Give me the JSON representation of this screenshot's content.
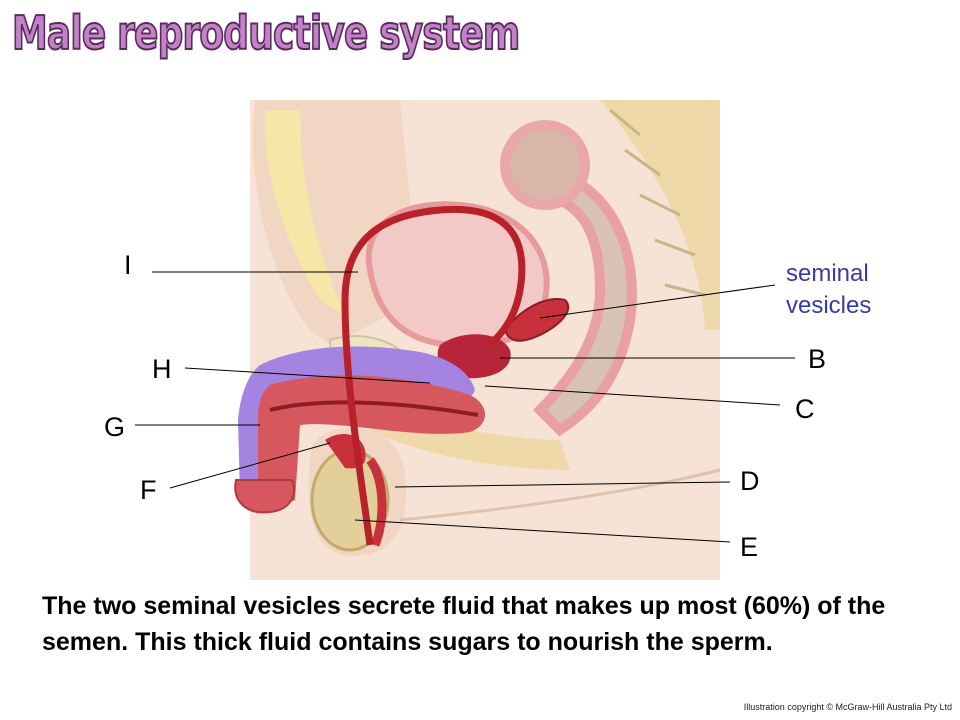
{
  "title": "Male reproductive system",
  "labels": {
    "I": "I",
    "H": "H",
    "G": "G",
    "F": "F",
    "B": "B",
    "C": "C",
    "D": "D",
    "E": "E",
    "seminal_line1": "seminal",
    "seminal_line2": "vesicles"
  },
  "caption": "The two seminal vesicles secrete fluid that makes up most (60%) of the semen. This thick fluid contains sugars to nourish the sperm.",
  "copyright": "Illustration copyright © McGraw-Hill Australia Pty Ltd",
  "colors": {
    "skin": "#f1d6c4",
    "fat": "#f5e7a6",
    "tissue_pink": "#efb3b4",
    "duct_red": "#b8202a",
    "penis_purple": "#a583e0",
    "testis": "#e2cf9a",
    "bladder": "#f2c9c6",
    "title_fill": "#c283c6",
    "label_blue": "#3a3aa8"
  }
}
